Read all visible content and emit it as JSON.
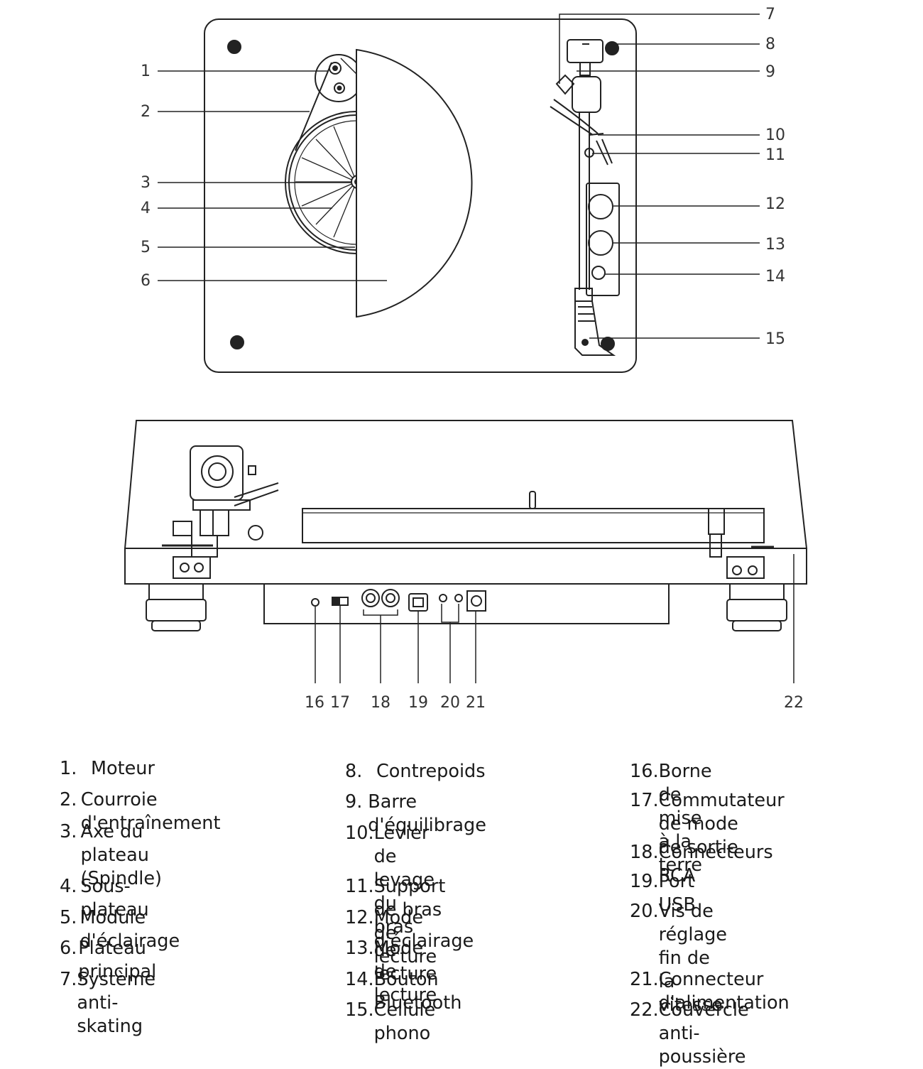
{
  "top_callouts": [
    "1",
    "2",
    "3",
    "4",
    "5",
    "6",
    "7",
    "8",
    "9",
    "10",
    "11",
    "12",
    "13",
    "14",
    "15"
  ],
  "front_callouts": [
    "16",
    "17",
    "18",
    "19",
    "20",
    "21",
    "22"
  ],
  "legend": {
    "col1": [
      {
        "num": "1.",
        "label": "Moteur"
      },
      {
        "num": "2.",
        "label": "Courroie d'entraînement"
      },
      {
        "num": "3.",
        "label": "Axe du plateau\n(Spindle)"
      },
      {
        "num": "4.",
        "label": "Sous-plateau"
      },
      {
        "num": "5.",
        "label": "Module d'éclairage"
      },
      {
        "num": "6.",
        "label": "Plateau principal"
      },
      {
        "num": "7.",
        "label": "Système anti-skating"
      }
    ],
    "col2": [
      {
        "num": "8.",
        "label": "Contrepoids"
      },
      {
        "num": "9.",
        "label": "Barre d'équilibrage"
      },
      {
        "num": "10.",
        "label": "Levier de levage du bras\nde lecture"
      },
      {
        "num": "11.",
        "label": "Support de bras de lecture"
      },
      {
        "num": "12.",
        "label": "Mode d'éclairage"
      },
      {
        "num": "13.",
        "label": "Mode de lecture"
      },
      {
        "num": "14.",
        "label": "Bouton Bluetooth"
      },
      {
        "num": "15.",
        "label": "Cellule phono"
      }
    ],
    "col3": [
      {
        "num": "16.",
        "label": "Borne de mise à la terre"
      },
      {
        "num": "17.",
        "label": "Commutateur de mode\nde sortie"
      },
      {
        "num": "18.",
        "label": "Connecteurs RCA"
      },
      {
        "num": "19.",
        "label": "Port USB"
      },
      {
        "num": "20.",
        "label": "Vis de réglage fin de\nla vitesse"
      },
      {
        "num": "21.",
        "label": "Connecteur d'alimentation"
      },
      {
        "num": "22.",
        "label": "Couvercle anti-poussière"
      }
    ]
  }
}
